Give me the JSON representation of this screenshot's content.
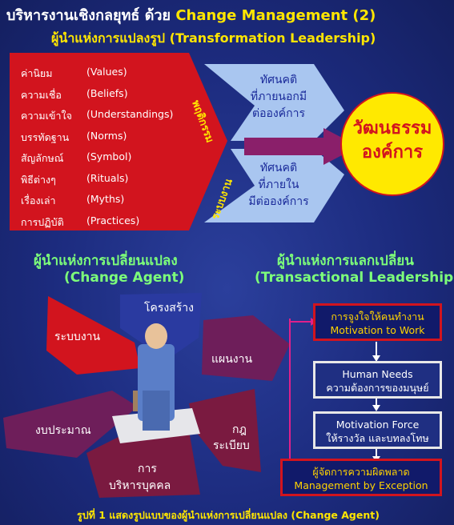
{
  "title": {
    "thai": "บริหารงานเชิงกลยุทธ์ ด้วย",
    "english": "Change Management (2)"
  },
  "subtitle": "ผู้นำแห่งการแปลงรูป (Transformation Leadership)",
  "culture_elements": [
    {
      "thai": "ค่านิยม",
      "english": "(Values)"
    },
    {
      "thai": "ความเชื่อ",
      "english": "(Beliefs)"
    },
    {
      "thai": "ความเข้าใจ",
      "english": "(Understandings)"
    },
    {
      "thai": "บรรทัดฐาน",
      "english": "(Norms)"
    },
    {
      "thai": "สัญลักษณ์",
      "english": "(Symbol)"
    },
    {
      "thai": "พิธีต่างๆ",
      "english": "(Rituals)"
    },
    {
      "thai": "เรื่องเล่า",
      "english": "(Myths)"
    },
    {
      "thai": "การปฏิบัติ",
      "english": "(Practices)"
    }
  ],
  "side_labels": {
    "top": "พฤติกรรม",
    "bottom": "ระบบงาน"
  },
  "attitude_top": [
    "ทัศนคติ",
    "ที่ภายนอกมี",
    "ต่อองค์การ"
  ],
  "attitude_bottom": [
    "ทัศนคติ",
    "ที่ภายใน",
    "มีต่อองค์การ"
  ],
  "culture_circle": [
    "วัฒนธรรม",
    "องค์การ"
  ],
  "change_agent": {
    "thai": "ผู้นำแห่งการเปลี่ยนแปลง",
    "english": "(Change Agent)"
  },
  "transactional": {
    "thai": "ผู้นำแห่งการแลกเปลี่ยน",
    "english": "(Transactional Leadership)"
  },
  "wedges": {
    "structure": "โครงสร้าง",
    "system": "ระบบงาน",
    "plan": "แผนงาน",
    "rules_1": "กฎ",
    "rules_2": "ระเบียบ",
    "budget": "งบประมาณ",
    "hr_1": "การ",
    "hr_2": "บริหารบุคคล"
  },
  "boxes": [
    {
      "thai": "การจูงใจให้คนทำงาน",
      "english": "Motivation to Work"
    },
    {
      "english": "Human Needs",
      "thai": "ความต้องการของมนุษย์"
    },
    {
      "english": "Motivation Force",
      "thai": "ให้รางวัล และบทลงโทษ"
    },
    {
      "thai": "ผู้จัดการความผิดพลาด",
      "english": "Management by Exception"
    }
  ],
  "caption": "รูปที่ 1 แสดงรูปแบบของผู้นำแห่งการเปลี่ยนแปลง (Change Agent)",
  "colors": {
    "background": "#1c2b7e",
    "red": "#d2141e",
    "yellow": "#ffe600",
    "green": "#7dff7a",
    "light_blue": "#a9c6f0",
    "purple_arrow": "#8a1f6a",
    "maroon": "#7a1a40"
  }
}
